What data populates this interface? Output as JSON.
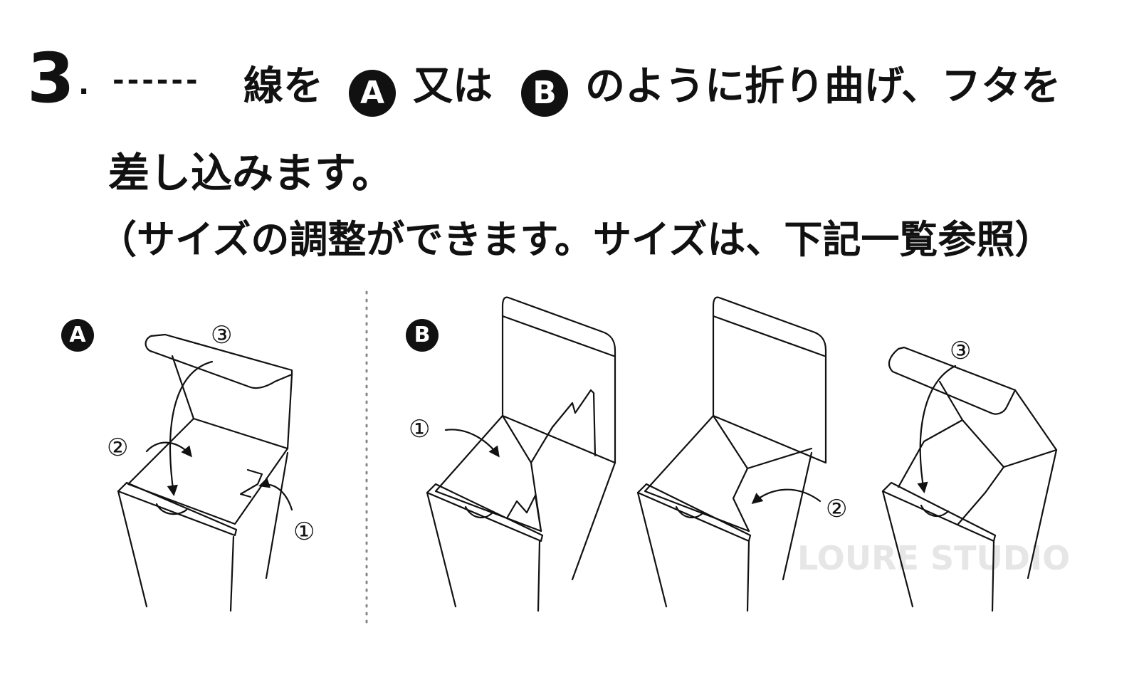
{
  "instruction": {
    "step_number": "3",
    "step_dot": ".",
    "dash_line": "------",
    "part1": "線を",
    "badge_a": "A",
    "part2": "又は",
    "badge_b": "B",
    "part3": "のように折り曲げ、フタを",
    "line2": "差し込みます。",
    "line3": "（サイズの調整ができます。サイズは、下記一覧参照）"
  },
  "panels": {
    "a_label": "A",
    "b_label": "B",
    "markers": {
      "one": "①",
      "two": "②",
      "three": "③"
    }
  },
  "watermark": "LOURE STUDIO",
  "colors": {
    "ink": "#111111",
    "paper": "#ffffff",
    "divider": "#888888",
    "watermark": "#e6e6e6"
  }
}
